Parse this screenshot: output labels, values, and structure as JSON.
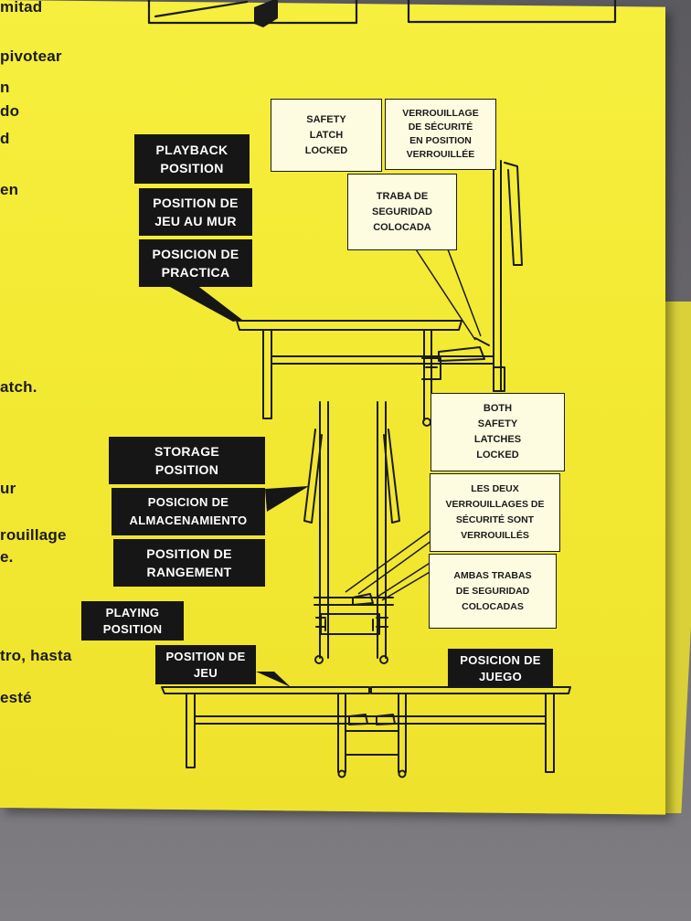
{
  "left_column_text": [
    "mitad",
    "pivotear",
    "n",
    "do",
    "d",
    "en",
    "atch.",
    "ur",
    "rouillage",
    "e.",
    "tro, hasta",
    "esté"
  ],
  "playback_labels": [
    "PLAYBACK\nPOSITION",
    "POSITION DE\nJEU AU MUR",
    "POSICION DE\nPRACTICA"
  ],
  "safety_latch_labels": [
    "SAFETY\nLATCH\nLOCKED",
    "VERROUILLAGE\nDE SÉCURITÉ\nEN POSITION\nVERROUILLÉE",
    "TRABA DE\nSEGURIDAD\nCOLOCADA"
  ],
  "storage_labels": [
    "STORAGE\nPOSITION",
    "POSICION DE\nALMACENAMIENTO",
    "POSITION DE\nRANGEMENT"
  ],
  "both_latches_labels": [
    "BOTH\nSAFETY\nLATCHES\nLOCKED",
    "LES DEUX\nVERROUILLAGES DE\nSÉCURITÉ SONT\nVERROUILLÉS",
    "AMBAS TRABAS\nDE SEGURIDAD\nCOLOCADAS"
  ],
  "playing_labels": [
    "PLAYING\nPOSITION",
    "POSITION DE\nJEU",
    "POSICION DE\nJUEGO"
  ],
  "colors": {
    "sheet": "#f3ea34",
    "ink": "#1b1b1b",
    "label_black": "#161616",
    "label_white": "#fdfbe0",
    "carpet": "#6e6c70"
  }
}
